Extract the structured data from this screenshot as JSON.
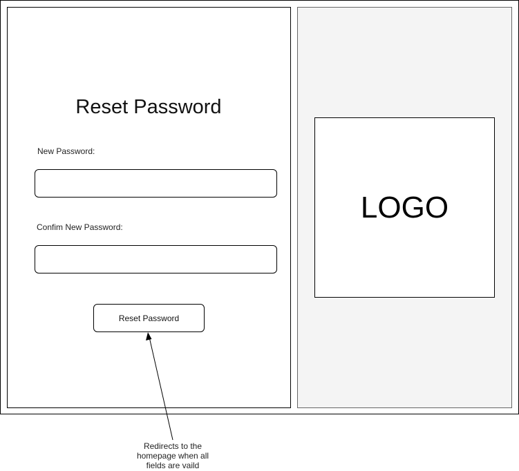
{
  "form": {
    "title": "Reset Password",
    "new_password_label": "New Password:",
    "new_password_value": "",
    "confirm_password_label": "Confim New Password:",
    "confirm_password_value": "",
    "submit_label": "Reset Password"
  },
  "side_panel": {
    "logo_text": "LOGO"
  },
  "annotation": {
    "note_text": "Redirects to the homepage when all fields are vaild"
  },
  "colors": {
    "border": "#000000",
    "side_panel_bg": "#f4f4f4",
    "background": "#ffffff"
  }
}
